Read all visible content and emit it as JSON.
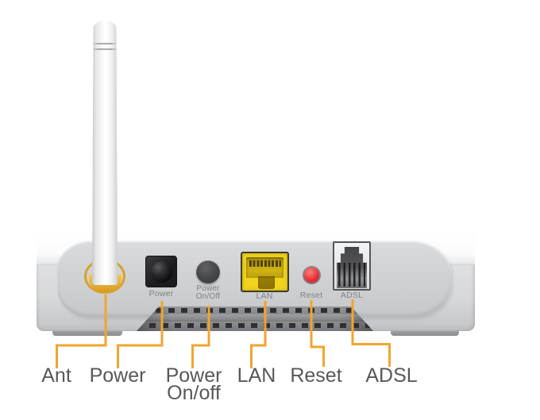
{
  "diagram": {
    "description": "Rear panel diagram of a wireless ADSL router with antenna",
    "device_labels": {
      "power_jack": "Power",
      "switch_line1": "Power",
      "switch_line2": "On/Off",
      "lan": "LAN",
      "reset": "Reset",
      "adsl": "ADSL"
    },
    "callouts": {
      "ant": "Ant",
      "power": "Power",
      "switch_line1": "Power",
      "switch_line2": "On/off",
      "lan": "LAN",
      "reset": "Reset",
      "adsl": "ADSL"
    },
    "colors": {
      "leader_line": "#F1A52F",
      "lan_port_yellow": "#F2D41C",
      "reset_button_red": "#E5343C",
      "antenna_ring_gold": "#D7A22B",
      "callout_text": "#58585A",
      "port_label_text": "#808186"
    }
  }
}
